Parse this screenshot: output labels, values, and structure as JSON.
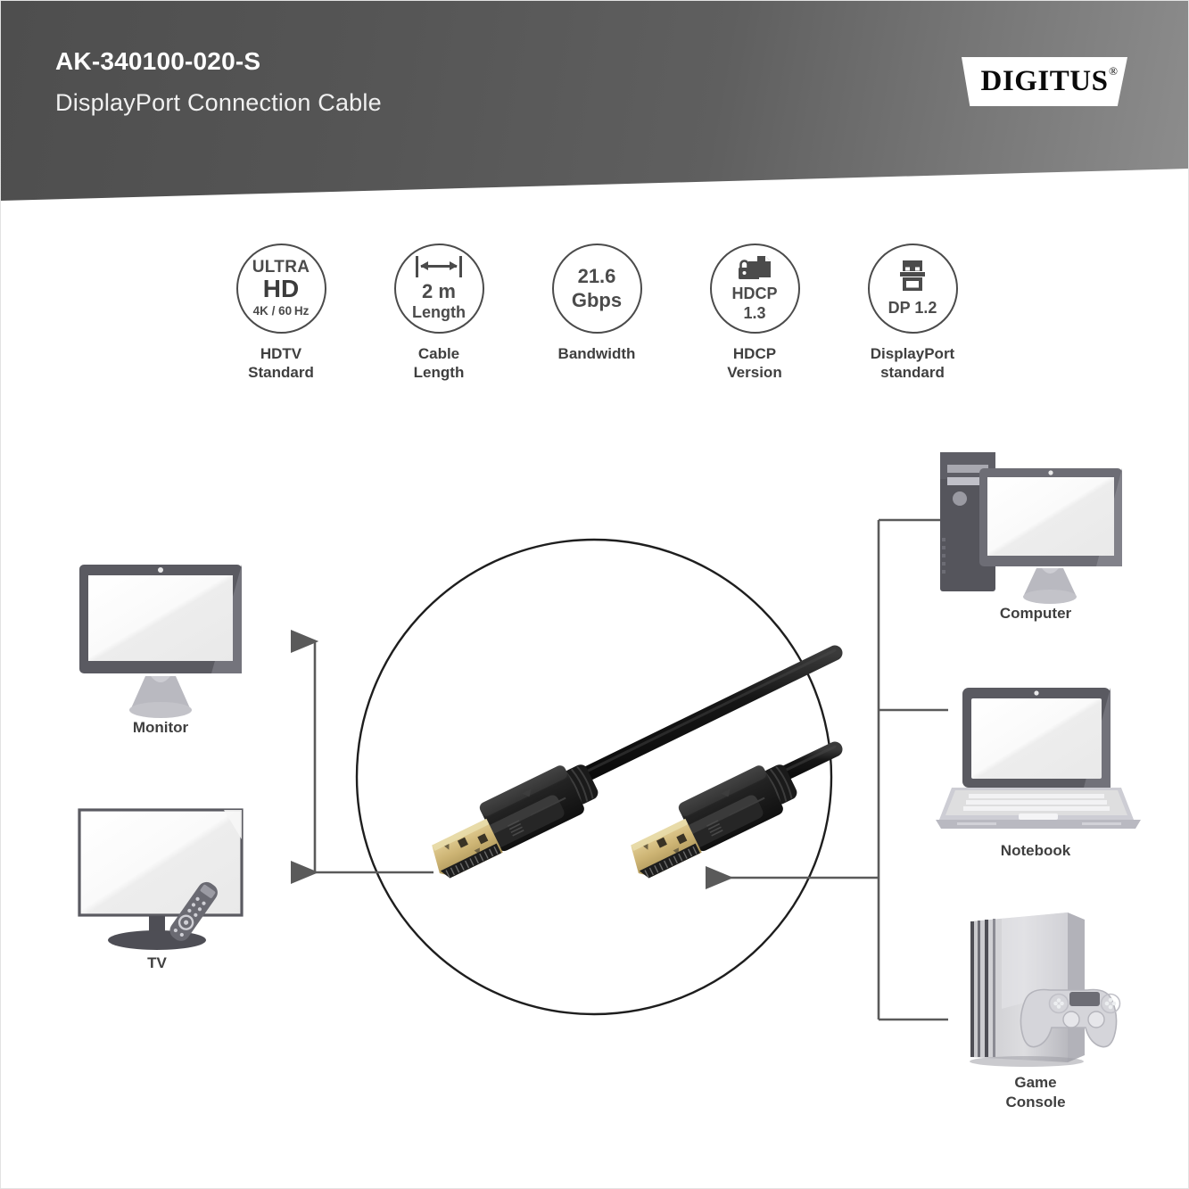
{
  "header": {
    "product_code": "AK-340100-020-S",
    "product_name": "DisplayPort Connection Cable",
    "brand": "DIGITUS",
    "brand_registered": "®"
  },
  "features": [
    {
      "icon": "ultra-hd-icon",
      "badge_line1": "ULTRA",
      "badge_line2": "HD",
      "badge_line3": "4K / 60 Hz",
      "caption": "HDTV\nStandard"
    },
    {
      "icon": "cable-length-icon",
      "badge_line1": "2 m",
      "badge_line2": "Length",
      "caption": "Cable\nLength"
    },
    {
      "icon": "bandwidth-icon",
      "badge_line1": "21.6",
      "badge_line2": "Gbps",
      "caption": "Bandwidth"
    },
    {
      "icon": "hdcp-lock-icon",
      "badge_line1": "HDCP",
      "badge_line2": "1.3",
      "caption": "HDCP\nVersion"
    },
    {
      "icon": "displayport-connector-icon",
      "badge_line1": "DP 1.2",
      "caption": "DisplayPort\nstandard"
    }
  ],
  "diagram": {
    "sources": [
      {
        "icon": "computer-icon",
        "label": "Computer"
      },
      {
        "icon": "notebook-icon",
        "label": "Notebook"
      },
      {
        "icon": "game-console-icon",
        "label": "Game\nConsole"
      }
    ],
    "sinks": [
      {
        "icon": "monitor-icon",
        "label": "Monitor"
      },
      {
        "icon": "tv-icon",
        "label": "TV"
      }
    ],
    "product_image": "displayport-cable-photo"
  },
  "colors": {
    "header_dark": "#4e4e4e",
    "header_light": "#8d8d8d",
    "text_dark": "#3f3f3f",
    "icon_stroke": "#4b4b4b",
    "device_dark": "#5a5a61",
    "device_light": "#f2f2f2",
    "line": "#5a5a5a"
  }
}
